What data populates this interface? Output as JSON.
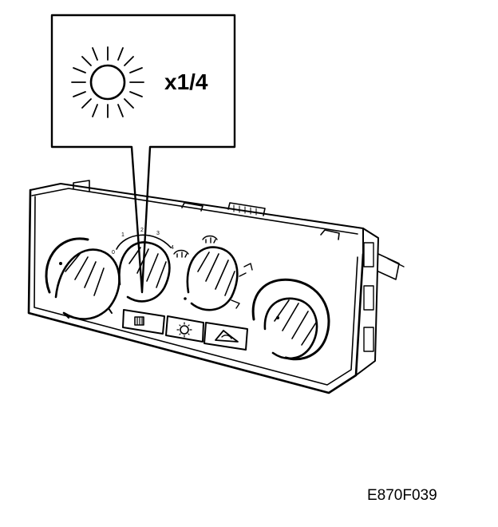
{
  "callout": {
    "icon": "bulb-icon",
    "quantity_label": "x1/4"
  },
  "panel": {
    "icon_left_dial_mark": "temperature-mark",
    "fan_scale": [
      "0",
      "1",
      "2",
      "3",
      "4"
    ],
    "buttons": [
      {
        "icon": "rear-defrost-icon"
      },
      {
        "icon": "fan-icon"
      },
      {
        "icon": "recirculation-icon"
      }
    ]
  },
  "figure_code": "E870F039",
  "colors": {
    "line": "#000000",
    "background": "#ffffff"
  }
}
